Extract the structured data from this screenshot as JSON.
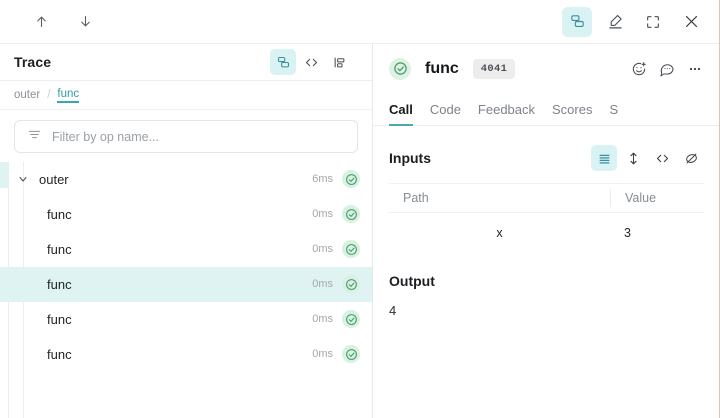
{
  "topbar": {
    "nav_up": "nav-up",
    "nav_down": "nav-down",
    "tools": [
      {
        "icon": "stacked-layers-icon",
        "active": true
      },
      {
        "icon": "highlighter-pen-icon",
        "active": false
      },
      {
        "icon": "fullscreen-expand-icon",
        "active": false
      },
      {
        "icon": "close-icon",
        "active": false
      }
    ]
  },
  "trace": {
    "title": "Trace",
    "view_icons": [
      "stacked-layers-icon",
      "code-icon",
      "flame-chart-icon"
    ],
    "breadcrumb": {
      "parent": "outer",
      "separator": "/",
      "current": "func"
    },
    "filter": {
      "placeholder": "Filter by op name...",
      "value": "",
      "icon": "filter-lines-icon"
    },
    "rows": [
      {
        "label": "outer",
        "duration": "6ms",
        "depth": 0,
        "expanded": true,
        "selected": false,
        "status": "success"
      },
      {
        "label": "func",
        "duration": "0ms",
        "depth": 1,
        "expanded": false,
        "selected": false,
        "status": "success"
      },
      {
        "label": "func",
        "duration": "0ms",
        "depth": 1,
        "expanded": false,
        "selected": false,
        "status": "success"
      },
      {
        "label": "func",
        "duration": "0ms",
        "depth": 1,
        "expanded": false,
        "selected": true,
        "status": "success"
      },
      {
        "label": "func",
        "duration": "0ms",
        "depth": 1,
        "expanded": false,
        "selected": false,
        "status": "success"
      },
      {
        "label": "func",
        "duration": "0ms",
        "depth": 1,
        "expanded": false,
        "selected": false,
        "status": "success"
      }
    ]
  },
  "call": {
    "title": "func",
    "status": "success",
    "badge": "4041",
    "actions": [
      "add-reaction-icon",
      "comment-icon",
      "more-options-icon"
    ],
    "tabs": [
      {
        "label": "Call",
        "active": true
      },
      {
        "label": "Code",
        "active": false
      },
      {
        "label": "Feedback",
        "active": false
      },
      {
        "label": "Scores",
        "active": false
      },
      {
        "label": "S",
        "active": false
      }
    ],
    "inputs": {
      "title": "Inputs",
      "view_icons": [
        "list-view-icon",
        "expand-vertical-icon",
        "code-icon",
        "eye-off-icon"
      ],
      "columns": [
        "Path",
        "Value"
      ],
      "rows": [
        {
          "path": "x",
          "value": "3"
        }
      ]
    },
    "output": {
      "title": "Output",
      "value": "4"
    }
  },
  "colors": {
    "accent": "#49aab3",
    "accent_bg": "#d9f2f3",
    "selected_row": "#dff3f2",
    "success": "#3f9e6a",
    "success_bg": "#d9f0e2",
    "text": "#1c1e21",
    "muted": "#8a9097"
  }
}
